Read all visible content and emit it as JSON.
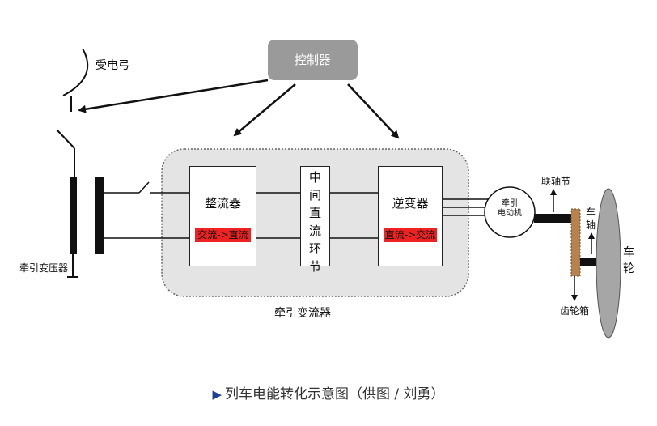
{
  "diagram": {
    "pantograph": "受电弓",
    "controller": "控制器",
    "traction_transformer": "牵引变压器",
    "traction_converter": "牵引变流器",
    "rectifier": {
      "title": "整流器",
      "tag": "交流->直流"
    },
    "dc_link": [
      "中",
      "间",
      "直",
      "流",
      "环",
      "节"
    ],
    "inverter": {
      "title": "逆变器",
      "tag": "直流->交流"
    },
    "motor": [
      "牵引",
      "电动机"
    ],
    "coupling": "联轴节",
    "axle": [
      "车",
      "轴"
    ],
    "gearbox": "齿轮箱",
    "wheel": [
      "车",
      "轮"
    ]
  },
  "caption": {
    "icon": "play-triangle-icon",
    "text": "列车电能转化示意图（供图 / 刘勇）"
  },
  "colors": {
    "tag_red": "#ee2222",
    "controller_gray": "#9a9a9a",
    "converter_bg": "#e4e4e4",
    "caption_icon": "#1f3e96"
  }
}
